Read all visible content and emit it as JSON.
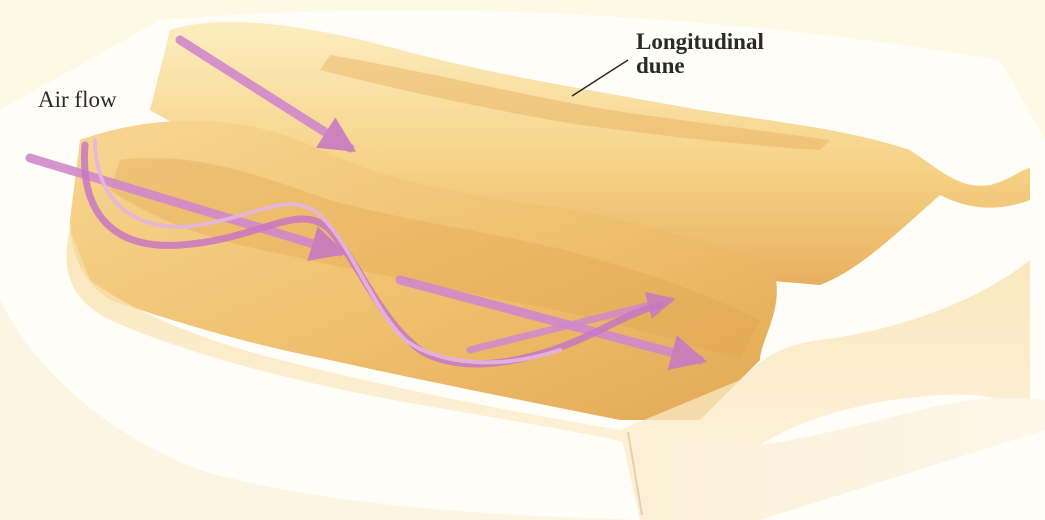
{
  "labels": {
    "air_flow": "Air flow",
    "dune_line1": "Longitudinal",
    "dune_line2": "dune"
  },
  "colors": {
    "sand_light": "#fbe9b0",
    "sand_mid": "#f2c872",
    "sand_dark": "#d99b45",
    "arrow": "#c879c2",
    "arrow_light": "#e6b4e0"
  }
}
